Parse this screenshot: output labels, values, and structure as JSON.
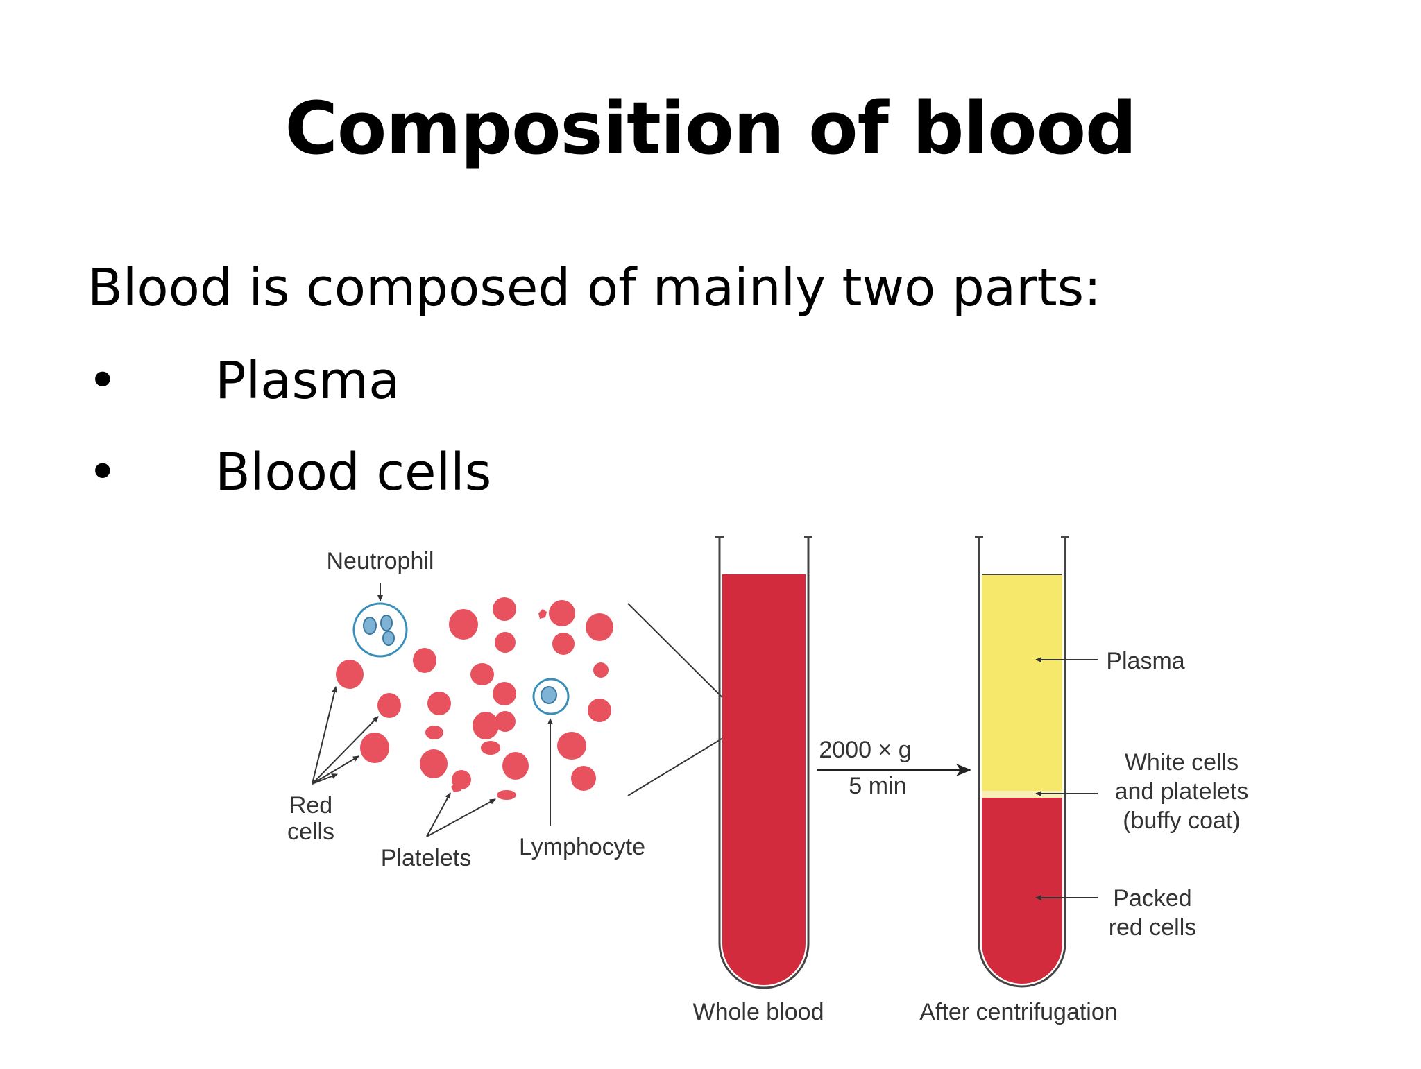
{
  "slide": {
    "title": "Composition of blood",
    "intro": "Blood is composed of mainly two parts:",
    "bullets": [
      {
        "marker": "•",
        "text": "Plasma"
      },
      {
        "marker": "•",
        "text": "Blood cells"
      }
    ]
  },
  "figure": {
    "labels": {
      "neutrophil": "Neutrophil",
      "red_cells_line1": "Red",
      "red_cells_line2": "cells",
      "platelets": "Platelets",
      "lymphocyte": "Lymphocyte",
      "centrifuge_force": "2000 × g",
      "centrifuge_time": "5 min",
      "plasma": "Plasma",
      "buffy_line1": "White cells",
      "buffy_line2": "and platelets",
      "buffy_line3": "(buffy coat)",
      "packed_line1": "Packed",
      "packed_line2": "red cells",
      "whole_blood": "Whole blood",
      "after_centrifugation": "After centrifugation"
    },
    "colors": {
      "red_blood": "#d12b3d",
      "red_cell": "#e8515e",
      "plasma": "#f5e86a",
      "white_cell_fill": "#ffffff",
      "white_cell_stroke": "#3a8fb8",
      "nucleus": "#7fb3d5",
      "line": "#333333"
    }
  }
}
